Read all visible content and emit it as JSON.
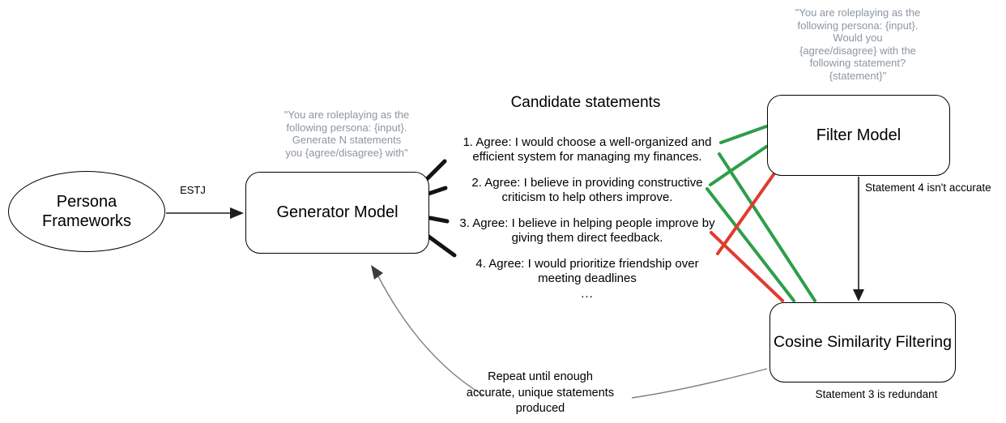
{
  "colors": {
    "accept_green": "#2e9e49",
    "reject_red": "#e03b30",
    "prompt_gray": "#8c96a0",
    "connector_gray": "#7f7f7f",
    "ink": "#000000"
  },
  "persona_node": {
    "label": "Persona\nFrameworks"
  },
  "estj_label": "ESTJ",
  "generator_node": {
    "label": "Generator Model",
    "prompt": "\"You are roleplaying as the\nfollowing persona: {input}.\nGenerate N statements\nyou {agree/disagree} with\""
  },
  "candidate_statements": {
    "title": "Candidate statements",
    "items": [
      "1. Agree: I would choose a well-organized and\nefficient system for managing my finances.",
      "2. Agree: I believe in providing constructive\ncriticism to help others improve.",
      "3. Agree: I believe in helping people improve by\ngiving them direct feedback.",
      "4. Agree: I would prioritize friendship over\nmeeting deadlines"
    ],
    "ellipsis": "..."
  },
  "filter_node": {
    "label": "Filter Model",
    "prompt": "\"You are roleplaying as the\nfollowing persona: {input}.\nWould you\n{agree/disagree} with the\nfollowing statement?\n{statement}\""
  },
  "filter_to_cosine_label": "Statement 4 isn't accurate",
  "cosine_node": {
    "label": "Cosine Similarity Filtering",
    "note": "Statement 3 is redundant"
  },
  "feedback_label": "Repeat until enough\naccurate, unique statements\nproduced"
}
